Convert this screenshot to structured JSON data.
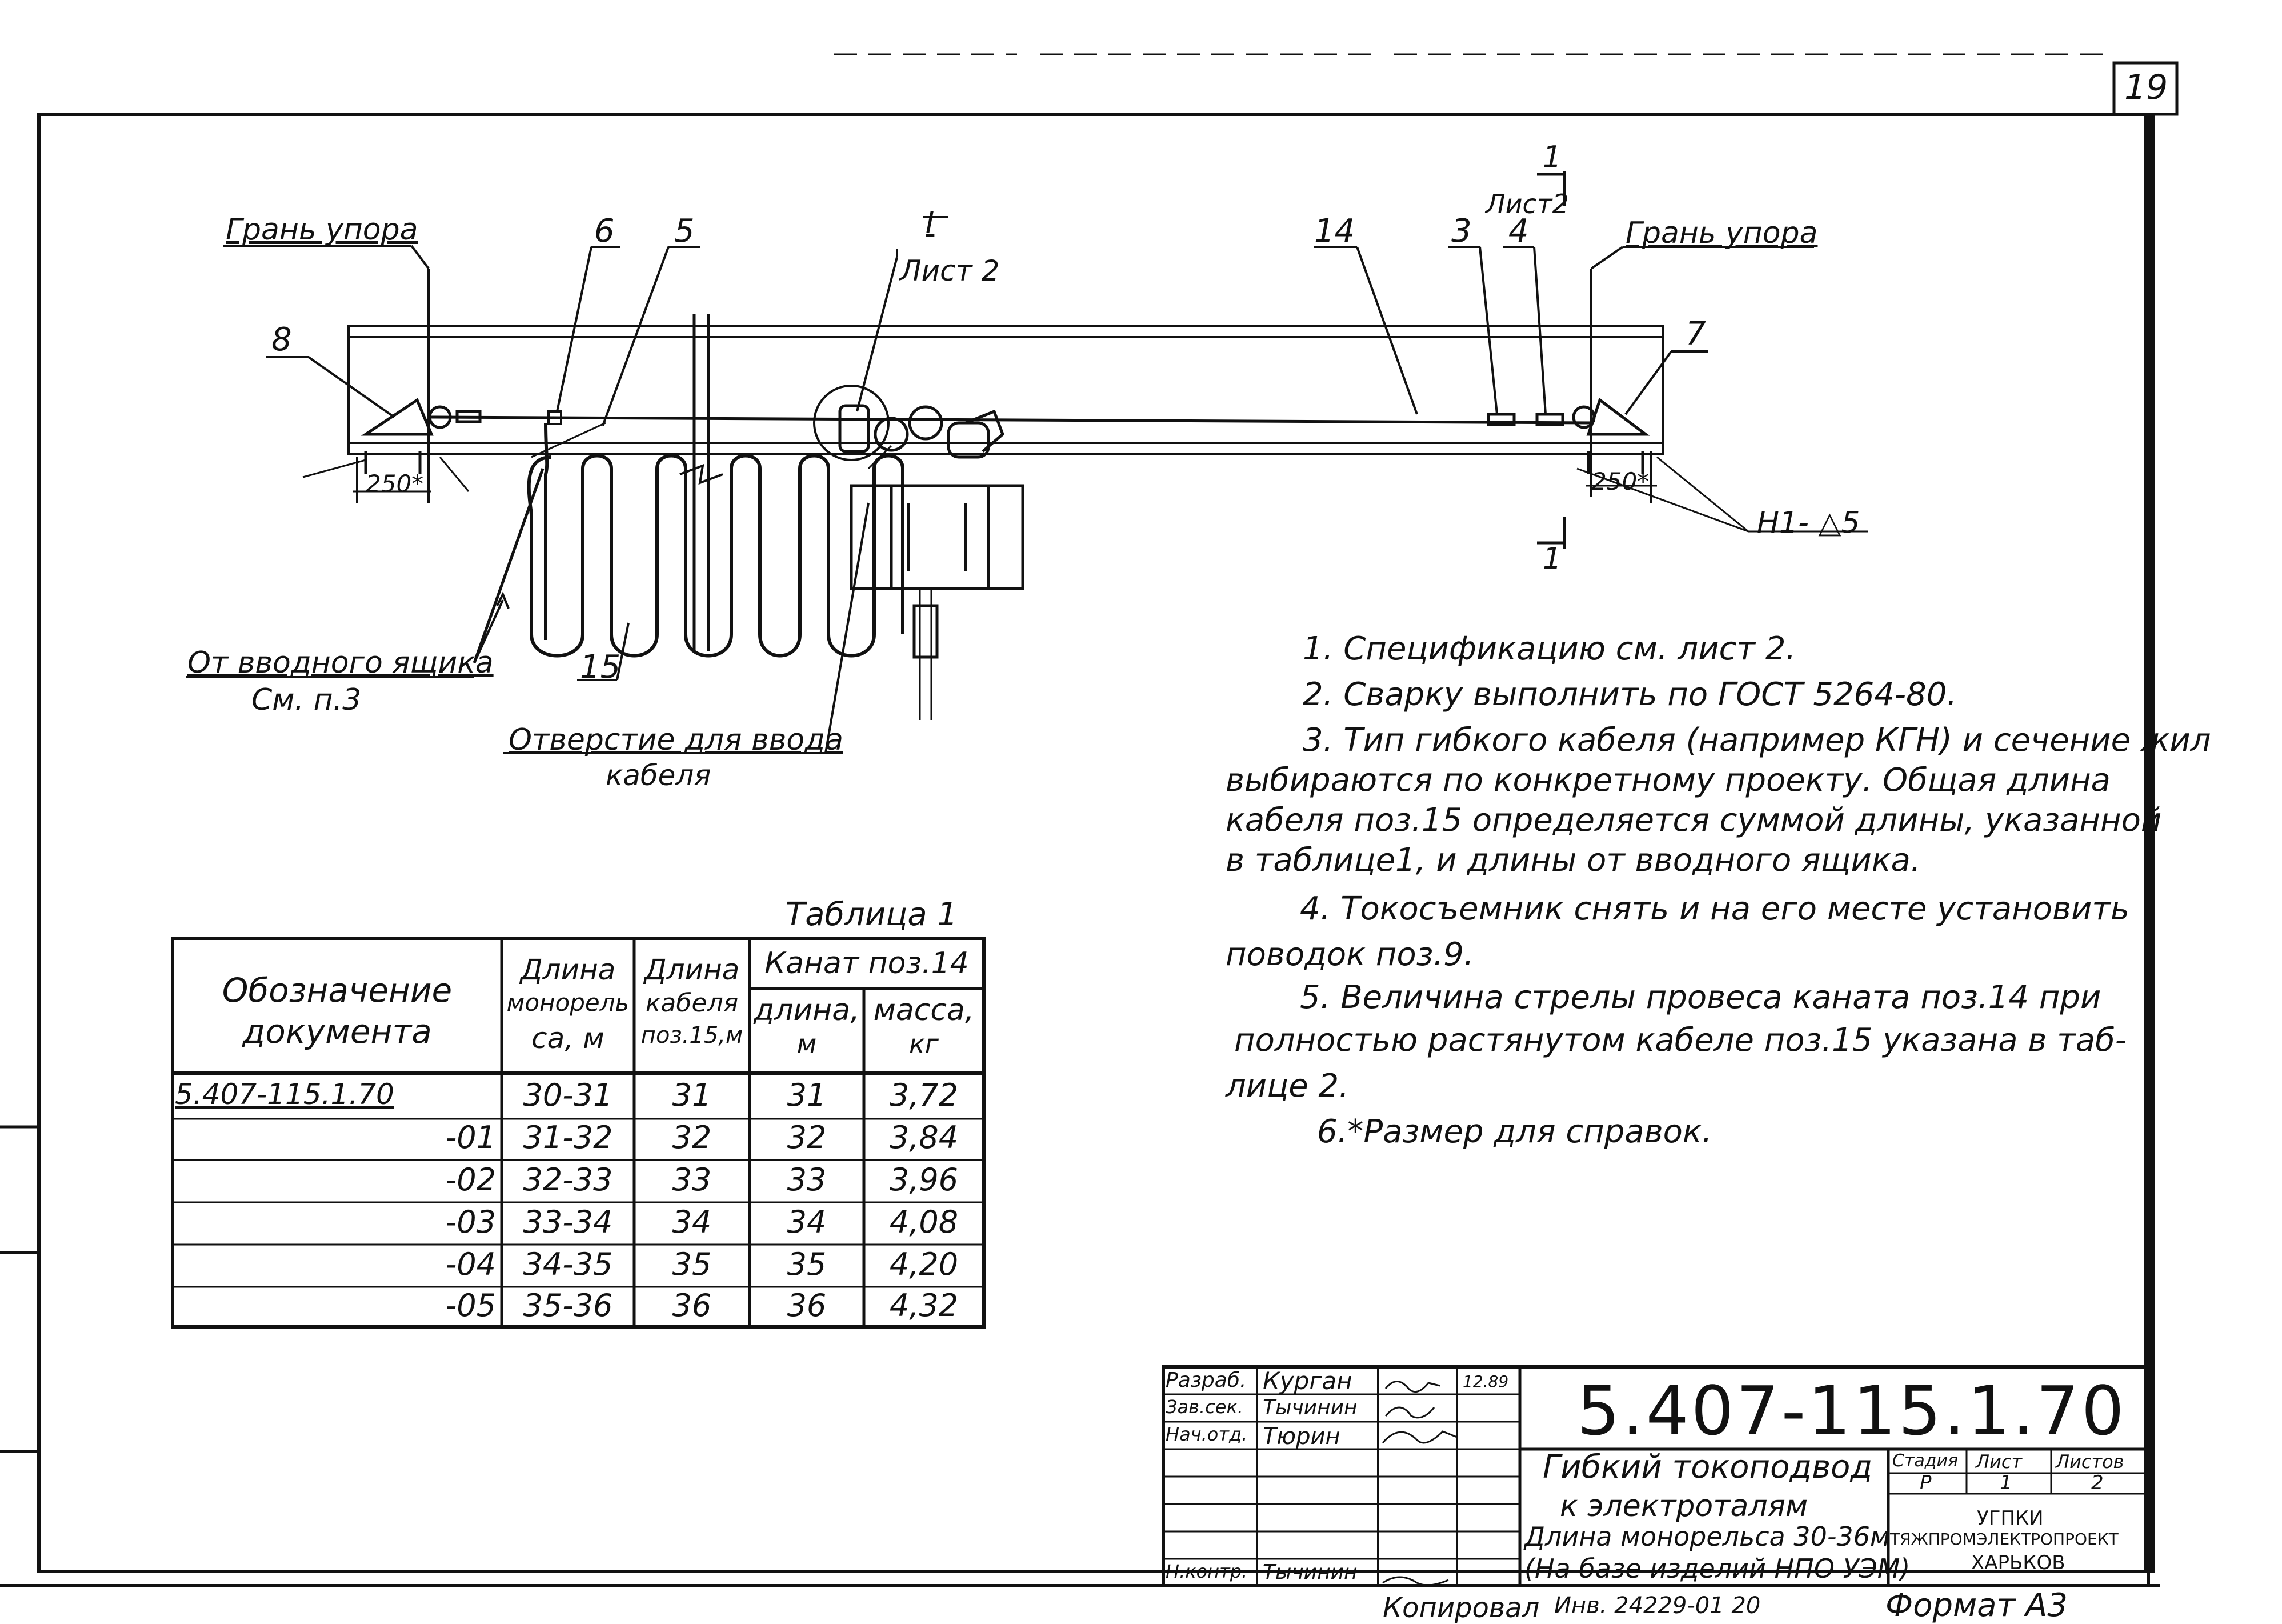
{
  "sheet_number": "19",
  "drawing": {
    "callouts": {
      "face_left": "Грань упора",
      "face_right": "Грань упора",
      "pos_6": "6",
      "pos_5": "5",
      "detail_I": "I",
      "detail_I_sheet": "Лист 2",
      "pos_14": "14",
      "pos_3": "3",
      "pos_4": "4",
      "section_1_top": "1",
      "section_sheet": "Лист2",
      "section_1_bottom": "1",
      "pos_8": "8",
      "pos_7": "7",
      "dim_left": "250*",
      "dim_right": "250*",
      "weld_symbol": "H1- △5",
      "from_box_line1": "От вводного ящика",
      "from_box_line2": "См. п.3",
      "pos_15": "15",
      "hole_line1": "Отверстие для ввода",
      "hole_line2": "кабеля"
    }
  },
  "notes": [
    "1. Спецификацию см. лист 2.",
    "2. Сварку выполнить по ГОСТ 5264-80.",
    "3. Тип гибкого кабеля (например КГН) и сечение жил",
    "выбираются по конкретному проекту. Общая длина",
    "кабеля поз.15 определяется суммой длины, указанной",
    "в таблице1, и длины от вводного ящика.",
    "4. Токосъемник снять и на его месте установить",
    "поводок поз.9.",
    "5. Величина стрелы провеса каната поз.14 при",
    "полностью растянутом кабеле поз.15 указана в таб-",
    "лице 2.",
    "6.*Размер для справок."
  ],
  "table": {
    "caption": "Таблица 1",
    "headers": {
      "designation": "Обозначение документа",
      "designation_l1": "Обозначение",
      "designation_l2": "документа",
      "monorail_l1": "Длина",
      "monorail_l2": "монорель",
      "monorail_l3": "са, м",
      "cable_l1": "Длина",
      "cable_l2": "кабеля",
      "cable_l3": "поз.15,м",
      "rope_group": "Канат поз.14",
      "rope_len_l1": "длина,",
      "rope_len_l2": "м",
      "rope_mass_l1": "масса,",
      "rope_mass_l2": "кг"
    },
    "rows": [
      [
        "5.407-115.1.70",
        "30-31",
        "31",
        "31",
        "3,72"
      ],
      [
        "-01",
        "31-32",
        "32",
        "32",
        "3,84"
      ],
      [
        "-02",
        "32-33",
        "33",
        "33",
        "3,96"
      ],
      [
        "-03",
        "33-34",
        "34",
        "34",
        "4,08"
      ],
      [
        "-04",
        "34-35",
        "35",
        "35",
        "4,20"
      ],
      [
        "-05",
        "35-36",
        "36",
        "36",
        "4,32"
      ]
    ]
  },
  "title_block": {
    "roles": [
      "Разраб.",
      "Зав.сек.",
      "Нач.отд.",
      "",
      "",
      "",
      "",
      "Н.контр."
    ],
    "names": [
      "Курган",
      "Тычинин",
      "Тюрин",
      "",
      "",
      "",
      "",
      "Тычинин"
    ],
    "date": "12.89",
    "doc_code": "5.407-115.1.70",
    "title_l1": "Гибкий токоподвод",
    "title_l2": "к электроталям",
    "title_l3": "Длина монорельса 30-36м",
    "title_l4": "(На базе изделий НПО УЭМ)",
    "stage_label": "Стадия",
    "sheet_label": "Лист",
    "sheets_label": "Листов",
    "stage": "Р",
    "sheet": "1",
    "sheets": "2",
    "org_l1": "УГПКИ",
    "org_l2": "ТЯЖПРОМЭЛЕКТРОПРОЕКТ",
    "org_l3": "ХАРЬКОВ"
  },
  "footer": {
    "copied": "Копировал",
    "inv": "Инв. 24229-01 20",
    "format": "Формат А3"
  }
}
